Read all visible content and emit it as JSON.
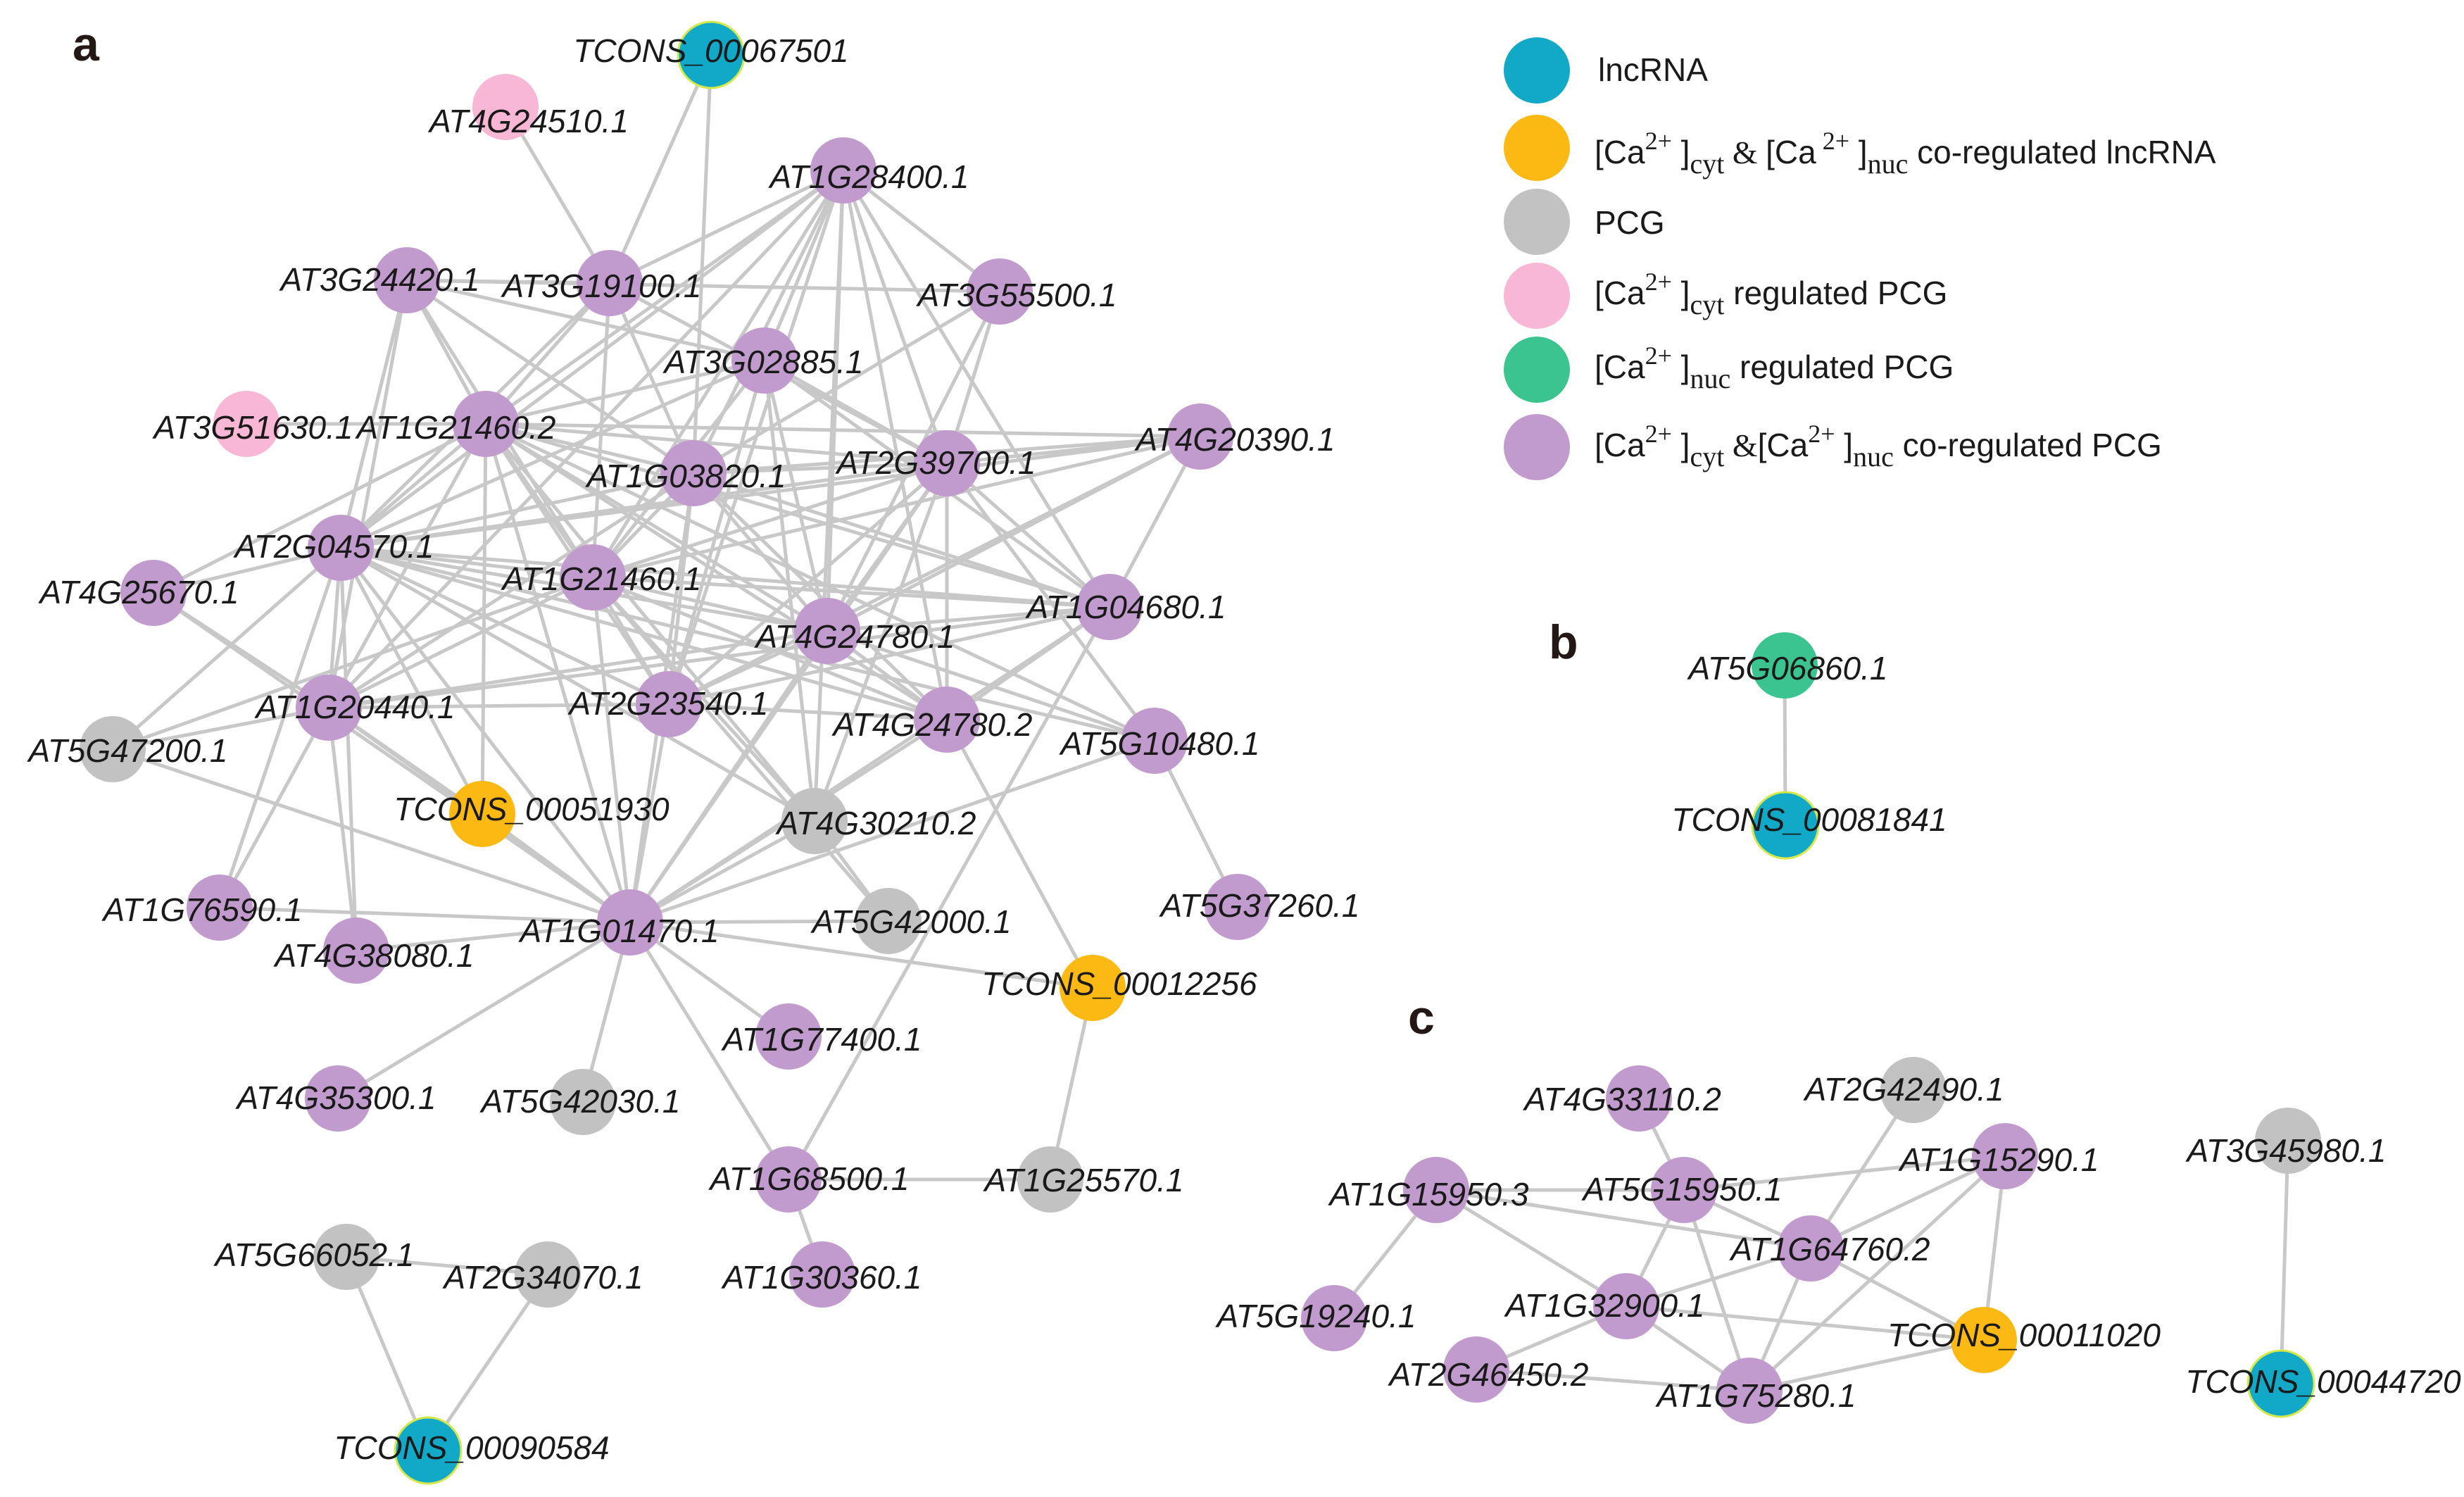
{
  "colors": {
    "lncRNA": "#12a9c9",
    "co_lncRNA": "#fcb813",
    "PCG": "#c2c2c2",
    "cyt_PCG": "#f8b7d5",
    "nuc_PCG": "#3cc490",
    "co_PCG": "#c29bce",
    "edge": "#c8c8c8"
  },
  "legend": [
    {
      "type": "lncRNA",
      "label": "lncRNA"
    },
    {
      "type": "co_lncRNA",
      "label": "[Ca2+]cyt & [Ca2+]nuc co-regulated lncRNA"
    },
    {
      "type": "PCG",
      "label": "PCG"
    },
    {
      "type": "cyt_PCG",
      "label": "[Ca2+]cyt regulated PCG"
    },
    {
      "type": "nuc_PCG",
      "label": "[Ca2+]nuc regulated PCG"
    },
    {
      "type": "co_PCG",
      "label": "[Ca2+]cyt & [Ca2+]nuc co-regulated PCG"
    }
  ],
  "panels": [
    {
      "id": "a",
      "label": "a"
    },
    {
      "id": "b",
      "label": "b"
    },
    {
      "id": "c",
      "label": "c"
    }
  ],
  "nodes": [
    {
      "id": "a_TCONS_00067501",
      "label": "TCONS_00067501",
      "type": "lncRNA"
    },
    {
      "id": "a_AT4G24510.1",
      "label": "AT4G24510.1",
      "type": "cyt_PCG"
    },
    {
      "id": "a_AT1G28400.1",
      "label": "AT1G28400.1",
      "type": "co_PCG"
    },
    {
      "id": "a_AT3G24420.1",
      "label": "AT3G24420.1",
      "type": "co_PCG"
    },
    {
      "id": "a_AT3G19100.1",
      "label": "AT3G19100.1",
      "type": "co_PCG"
    },
    {
      "id": "a_AT3G55500.1",
      "label": "AT3G55500.1",
      "type": "co_PCG"
    },
    {
      "id": "a_AT3G02885.1",
      "label": "AT3G02885.1",
      "type": "co_PCG"
    },
    {
      "id": "a_AT3G51630.1",
      "label": "AT3G51630.1",
      "type": "cyt_PCG"
    },
    {
      "id": "a_AT1G21460.2",
      "label": "AT1G21460.2",
      "type": "co_PCG"
    },
    {
      "id": "a_AT4G20390.1",
      "label": "AT4G20390.1",
      "type": "co_PCG"
    },
    {
      "id": "a_AT1G03820.1",
      "label": "AT1G03820.1",
      "type": "co_PCG"
    },
    {
      "id": "a_AT2G39700.1",
      "label": "AT2G39700.1",
      "type": "co_PCG"
    },
    {
      "id": "a_AT2G04570.1",
      "label": "AT2G04570.1",
      "type": "co_PCG"
    },
    {
      "id": "a_AT4G25670.1",
      "label": "AT4G25670.1",
      "type": "co_PCG"
    },
    {
      "id": "a_AT1G21460.1",
      "label": "AT1G21460.1",
      "type": "co_PCG"
    },
    {
      "id": "a_AT4G24780.1",
      "label": "AT4G24780.1",
      "type": "co_PCG"
    },
    {
      "id": "a_AT1G04680.1",
      "label": "AT1G04680.1",
      "type": "co_PCG"
    },
    {
      "id": "a_AT1G20440.1",
      "label": "AT1G20440.1",
      "type": "co_PCG"
    },
    {
      "id": "a_AT2G23540.1",
      "label": "AT2G23540.1",
      "type": "co_PCG"
    },
    {
      "id": "a_AT4G24780.2",
      "label": "AT4G24780.2",
      "type": "co_PCG"
    },
    {
      "id": "a_AT5G10480.1",
      "label": "AT5G10480.1",
      "type": "co_PCG"
    },
    {
      "id": "a_AT5G47200.1",
      "label": "AT5G47200.1",
      "type": "PCG"
    },
    {
      "id": "a_TCONS_00051930",
      "label": "TCONS_00051930",
      "type": "co_lncRNA"
    },
    {
      "id": "a_AT4G30210.2",
      "label": "AT4G30210.2",
      "type": "PCG"
    },
    {
      "id": "a_AT1G76590.1",
      "label": "AT1G76590.1",
      "type": "co_PCG"
    },
    {
      "id": "a_AT4G38080.1",
      "label": "AT4G38080.1",
      "type": "co_PCG"
    },
    {
      "id": "a_AT1G01470.1",
      "label": "AT1G01470.1",
      "type": "co_PCG"
    },
    {
      "id": "a_AT5G42000.1",
      "label": "AT5G42000.1",
      "type": "PCG"
    },
    {
      "id": "a_AT5G37260.1",
      "label": "AT5G37260.1",
      "type": "co_PCG"
    },
    {
      "id": "a_TCONS_00012256",
      "label": "TCONS_00012256",
      "type": "co_lncRNA"
    },
    {
      "id": "a_AT1G77400.1",
      "label": "AT1G77400.1",
      "type": "co_PCG"
    },
    {
      "id": "a_AT4G35300.1",
      "label": "AT4G35300.1",
      "type": "co_PCG"
    },
    {
      "id": "a_AT5G42030.1",
      "label": "AT5G42030.1",
      "type": "PCG"
    },
    {
      "id": "a_AT1G68500.1",
      "label": "AT1G68500.1",
      "type": "co_PCG"
    },
    {
      "id": "a_AT1G25570.1",
      "label": "AT1G25570.1",
      "type": "PCG"
    },
    {
      "id": "a_AT1G30360.1",
      "label": "AT1G30360.1",
      "type": "co_PCG"
    },
    {
      "id": "a_AT5G66052.1",
      "label": "AT5G66052.1",
      "type": "PCG"
    },
    {
      "id": "a_AT2G34070.1",
      "label": "AT2G34070.1",
      "type": "PCG"
    },
    {
      "id": "a_TCONS_00090584",
      "label": "TCONS_00090584",
      "type": "lncRNA"
    },
    {
      "id": "b_AT5G06860.1",
      "label": "AT5G06860.1",
      "type": "nuc_PCG"
    },
    {
      "id": "b_TCONS_00081841",
      "label": "TCONS_00081841",
      "type": "lncRNA"
    },
    {
      "id": "c_AT4G33110.2",
      "label": "AT4G33110.2",
      "type": "co_PCG"
    },
    {
      "id": "c_AT2G42490.1",
      "label": "AT2G42490.1",
      "type": "PCG"
    },
    {
      "id": "c_AT5G15950.1",
      "label": "AT5G15950.1",
      "type": "co_PCG"
    },
    {
      "id": "c_AT1G15290.1",
      "label": "AT1G15290.1",
      "type": "co_PCG"
    },
    {
      "id": "c_AT1G15950.3",
      "label": "AT1G15950.3",
      "type": "co_PCG"
    },
    {
      "id": "c_AT1G64760.2",
      "label": "AT1G64760.2",
      "type": "co_PCG"
    },
    {
      "id": "c_AT1G32900.1",
      "label": "AT1G32900.1",
      "type": "co_PCG"
    },
    {
      "id": "c_AT5G19240.1",
      "label": "AT5G19240.1",
      "type": "co_PCG"
    },
    {
      "id": "c_TCONS_00011020",
      "label": "TCONS_00011020",
      "type": "co_lncRNA"
    },
    {
      "id": "c_AT2G46450.2",
      "label": "AT2G46450.2",
      "type": "co_PCG"
    },
    {
      "id": "c_AT1G75280.1",
      "label": "AT1G75280.1",
      "type": "co_PCG"
    },
    {
      "id": "c_AT3G45980.1",
      "label": "AT3G45980.1",
      "type": "PCG"
    },
    {
      "id": "c_TCONS_00044720",
      "label": "TCONS_00044720",
      "type": "lncRNA"
    }
  ],
  "edges": [
    [
      "a_TCONS_00067501",
      "a_AT3G19100.1"
    ],
    [
      "a_TCONS_00067501",
      "a_AT1G03820.1"
    ],
    [
      "a_AT4G24510.1",
      "a_AT3G19100.1"
    ],
    [
      "a_AT1G28400.1",
      "a_AT3G19100.1"
    ],
    [
      "a_AT1G28400.1",
      "a_AT3G55500.1"
    ],
    [
      "a_AT1G28400.1",
      "a_AT3G02885.1"
    ],
    [
      "a_AT1G28400.1",
      "a_AT1G21460.2"
    ],
    [
      "a_AT1G28400.1",
      "a_AT1G03820.1"
    ],
    [
      "a_AT1G28400.1",
      "a_AT2G39700.1"
    ],
    [
      "a_AT1G28400.1",
      "a_AT2G04570.1"
    ],
    [
      "a_AT1G28400.1",
      "a_AT1G21460.1"
    ],
    [
      "a_AT1G28400.1",
      "a_AT4G24780.1"
    ],
    [
      "a_AT1G28400.1",
      "a_AT1G04680.1"
    ],
    [
      "a_AT1G28400.1",
      "a_AT2G23540.1"
    ],
    [
      "a_AT1G28400.1",
      "a_AT4G24780.2"
    ],
    [
      "a_AT1G28400.1",
      "a_AT1G20440.1"
    ],
    [
      "a_AT1G28400.1",
      "a_AT4G30210.2"
    ],
    [
      "a_AT3G24420.1",
      "a_AT3G19100.1"
    ],
    [
      "a_AT3G24420.1",
      "a_AT3G55500.1"
    ],
    [
      "a_AT3G24420.1",
      "a_AT1G21460.2"
    ],
    [
      "a_AT3G24420.1",
      "a_AT3G02885.1"
    ],
    [
      "a_AT3G24420.1",
      "a_AT1G03820.1"
    ],
    [
      "a_AT3G24420.1",
      "a_AT1G21460.1"
    ],
    [
      "a_AT3G24420.1",
      "a_AT2G04570.1"
    ],
    [
      "a_AT3G24420.1",
      "a_AT1G20440.1"
    ],
    [
      "a_AT3G19100.1",
      "a_AT1G21460.2"
    ],
    [
      "a_AT3G19100.1",
      "a_AT2G39700.1"
    ],
    [
      "a_AT3G19100.1",
      "a_AT1G03820.1"
    ],
    [
      "a_AT3G19100.1",
      "a_AT2G04570.1"
    ],
    [
      "a_AT3G19100.1",
      "a_AT1G21460.1"
    ],
    [
      "a_AT3G55500.1",
      "a_AT2G39700.1"
    ],
    [
      "a_AT3G55500.1",
      "a_AT1G03820.1"
    ],
    [
      "a_AT3G55500.1",
      "a_AT4G24780.1"
    ],
    [
      "a_AT3G02885.1",
      "a_AT1G21460.2"
    ],
    [
      "a_AT3G02885.1",
      "a_AT2G39700.1"
    ],
    [
      "a_AT3G02885.1",
      "a_AT2G04570.1"
    ],
    [
      "a_AT3G02885.1",
      "a_AT1G21460.1"
    ],
    [
      "a_AT3G02885.1",
      "a_AT4G24780.1"
    ],
    [
      "a_AT3G02885.1",
      "a_AT2G23540.1"
    ],
    [
      "a_AT3G02885.1",
      "a_AT1G04680.1"
    ],
    [
      "a_AT3G02885.1",
      "a_AT4G30210.2"
    ],
    [
      "a_AT3G51630.1",
      "a_AT1G21460.2"
    ],
    [
      "a_AT1G21460.2",
      "a_AT1G03820.1"
    ],
    [
      "a_AT1G21460.2",
      "a_AT2G39700.1"
    ],
    [
      "a_AT1G21460.2",
      "a_AT2G04570.1"
    ],
    [
      "a_AT1G21460.2",
      "a_AT1G21460.1"
    ],
    [
      "a_AT1G21460.2",
      "a_AT4G24780.1"
    ],
    [
      "a_AT1G21460.2",
      "a_AT1G04680.1"
    ],
    [
      "a_AT1G21460.2",
      "a_AT1G20440.1"
    ],
    [
      "a_AT1G21460.2",
      "a_AT2G23540.1"
    ],
    [
      "a_AT1G21460.2",
      "a_AT4G24780.2"
    ],
    [
      "a_AT1G21460.2",
      "a_AT5G10480.1"
    ],
    [
      "a_AT1G21460.2",
      "a_TCONS_00051930"
    ],
    [
      "a_AT1G21460.2",
      "a_AT4G30210.2"
    ],
    [
      "a_AT1G21460.2",
      "a_AT1G01470.1"
    ],
    [
      "a_AT1G21460.2",
      "a_AT4G20390.1"
    ],
    [
      "a_AT1G21460.2",
      "a_AT4G25670.1"
    ],
    [
      "a_AT4G20390.1",
      "a_AT2G39700.1"
    ],
    [
      "a_AT4G20390.1",
      "a_AT1G03820.1"
    ],
    [
      "a_AT4G20390.1",
      "a_AT1G04680.1"
    ],
    [
      "a_AT4G20390.1",
      "a_AT1G21460.1"
    ],
    [
      "a_AT4G20390.1",
      "a_AT2G04570.1"
    ],
    [
      "a_AT4G20390.1",
      "a_AT4G24780.1"
    ],
    [
      "a_AT4G20390.1",
      "a_AT2G23540.1"
    ],
    [
      "a_AT1G03820.1",
      "a_AT2G39700.1"
    ],
    [
      "a_AT1G03820.1",
      "a_AT2G04570.1"
    ],
    [
      "a_AT1G03820.1",
      "a_AT1G21460.1"
    ],
    [
      "a_AT1G03820.1",
      "a_AT4G24780.1"
    ],
    [
      "a_AT1G03820.1",
      "a_AT1G04680.1"
    ],
    [
      "a_AT1G03820.1",
      "a_AT2G23540.1"
    ],
    [
      "a_AT1G03820.1",
      "a_AT4G24780.2"
    ],
    [
      "a_AT1G03820.1",
      "a_AT1G01470.1"
    ],
    [
      "a_AT1G03820.1",
      "a_AT1G20440.1"
    ],
    [
      "a_AT2G39700.1",
      "a_AT2G04570.1"
    ],
    [
      "a_AT2G39700.1",
      "a_AT1G21460.1"
    ],
    [
      "a_AT2G39700.1",
      "a_AT4G24780.1"
    ],
    [
      "a_AT2G39700.1",
      "a_AT1G04680.1"
    ],
    [
      "a_AT2G39700.1",
      "a_AT2G23540.1"
    ],
    [
      "a_AT2G39700.1",
      "a_AT4G24780.2"
    ],
    [
      "a_AT2G39700.1",
      "a_AT5G10480.1"
    ],
    [
      "a_AT2G39700.1",
      "a_AT1G01470.1"
    ],
    [
      "a_AT2G39700.1",
      "a_AT4G30210.2"
    ],
    [
      "a_AT2G04570.1",
      "a_AT4G25670.1"
    ],
    [
      "a_AT2G04570.1",
      "a_AT1G21460.1"
    ],
    [
      "a_AT2G04570.1",
      "a_AT4G24780.1"
    ],
    [
      "a_AT2G04570.1",
      "a_AT1G04680.1"
    ],
    [
      "a_AT2G04570.1",
      "a_AT1G20440.1"
    ],
    [
      "a_AT2G04570.1",
      "a_AT2G23540.1"
    ],
    [
      "a_AT2G04570.1",
      "a_AT4G24780.2"
    ],
    [
      "a_AT2G04570.1",
      "a_AT5G10480.1"
    ],
    [
      "a_AT2G04570.1",
      "a_AT5G47200.1"
    ],
    [
      "a_AT2G04570.1",
      "a_TCONS_00051930"
    ],
    [
      "a_AT2G04570.1",
      "a_AT4G30210.2"
    ],
    [
      "a_AT2G04570.1",
      "a_AT1G76590.1"
    ],
    [
      "a_AT2G04570.1",
      "a_AT4G38080.1"
    ],
    [
      "a_AT2G04570.1",
      "a_AT1G01470.1"
    ],
    [
      "a_AT4G25670.1",
      "a_AT1G20440.1"
    ],
    [
      "a_AT4G25670.1",
      "a_AT1G01470.1"
    ],
    [
      "a_AT1G21460.1",
      "a_AT4G24780.1"
    ],
    [
      "a_AT1G21460.1",
      "a_AT1G04680.1"
    ],
    [
      "a_AT1G21460.1",
      "a_AT1G20440.1"
    ],
    [
      "a_AT1G21460.1",
      "a_AT2G23540.1"
    ],
    [
      "a_AT1G21460.1",
      "a_AT4G24780.2"
    ],
    [
      "a_AT1G21460.1",
      "a_AT4G30210.2"
    ],
    [
      "a_AT1G21460.1",
      "a_AT1G01470.1"
    ],
    [
      "a_AT1G21460.1",
      "a_AT5G47200.1"
    ],
    [
      "a_AT1G21460.1",
      "a_AT5G42000.1"
    ],
    [
      "a_AT4G24780.1",
      "a_AT1G04680.1"
    ],
    [
      "a_AT4G24780.1",
      "a_AT2G23540.1"
    ],
    [
      "a_AT4G24780.1",
      "a_AT4G24780.2"
    ],
    [
      "a_AT4G24780.1",
      "a_AT5G10480.1"
    ],
    [
      "a_AT4G24780.1",
      "a_AT1G20440.1"
    ],
    [
      "a_AT4G24780.1",
      "a_AT1G01470.1"
    ],
    [
      "a_AT1G04680.1",
      "a_AT2G23540.1"
    ],
    [
      "a_AT1G04680.1",
      "a_AT4G24780.2"
    ],
    [
      "a_AT1G04680.1",
      "a_AT1G01470.1"
    ],
    [
      "a_AT1G04680.1",
      "a_AT1G20440.1"
    ],
    [
      "a_AT1G04680.1",
      "a_AT1G68500.1"
    ],
    [
      "a_AT1G20440.1",
      "a_AT5G47200.1"
    ],
    [
      "a_AT1G20440.1",
      "a_AT1G76590.1"
    ],
    [
      "a_AT1G20440.1",
      "a_AT4G38080.1"
    ],
    [
      "a_AT1G20440.1",
      "a_AT1G01470.1"
    ],
    [
      "a_AT1G20440.1",
      "a_AT2G23540.1"
    ],
    [
      "a_AT1G20440.1",
      "a_TCONS_00051930"
    ],
    [
      "a_AT2G23540.1",
      "a_AT1G01470.1"
    ],
    [
      "a_AT2G23540.1",
      "a_AT4G24780.2"
    ],
    [
      "a_AT4G24780.2",
      "a_TCONS_00012256"
    ],
    [
      "a_AT4G24780.2",
      "a_AT1G01470.1"
    ],
    [
      "a_AT5G10480.1",
      "a_AT1G01470.1"
    ],
    [
      "a_AT5G10480.1",
      "a_AT5G37260.1"
    ],
    [
      "a_AT5G47200.1",
      "a_AT1G01470.1"
    ],
    [
      "a_TCONS_00051930",
      "a_AT1G01470.1"
    ],
    [
      "a_AT4G30210.2",
      "a_AT1G01470.1"
    ],
    [
      "a_AT4G30210.2",
      "a_AT5G42000.1"
    ],
    [
      "a_AT1G76590.1",
      "a_AT1G01470.1"
    ],
    [
      "a_AT4G38080.1",
      "a_AT1G01470.1"
    ],
    [
      "a_AT1G01470.1",
      "a_AT5G42000.1"
    ],
    [
      "a_AT1G01470.1",
      "a_TCONS_00012256"
    ],
    [
      "a_AT1G01470.1",
      "a_AT4G35300.1"
    ],
    [
      "a_AT1G01470.1",
      "a_AT5G42030.1"
    ],
    [
      "a_AT1G01470.1",
      "a_AT1G77400.1"
    ],
    [
      "a_AT1G01470.1",
      "a_AT1G68500.1"
    ],
    [
      "a_TCONS_00012256",
      "a_AT1G25570.1"
    ],
    [
      "a_AT1G68500.1",
      "a_AT1G25570.1"
    ],
    [
      "a_AT1G68500.1",
      "a_AT1G30360.1"
    ],
    [
      "a_AT5G66052.1",
      "a_AT2G34070.1"
    ],
    [
      "a_AT5G66052.1",
      "a_TCONS_00090584"
    ],
    [
      "a_AT2G34070.1",
      "a_TCONS_00090584"
    ],
    [
      "b_AT5G06860.1",
      "b_TCONS_00081841"
    ],
    [
      "c_AT4G33110.2",
      "c_AT5G15950.1"
    ],
    [
      "c_AT2G42490.1",
      "c_AT1G64760.2"
    ],
    [
      "c_AT5G15950.1",
      "c_AT1G15290.1"
    ],
    [
      "c_AT5G15950.1",
      "c_AT1G15950.3"
    ],
    [
      "c_AT5G15950.1",
      "c_AT1G64760.2"
    ],
    [
      "c_AT5G15950.1",
      "c_AT1G32900.1"
    ],
    [
      "c_AT5G15950.1",
      "c_AT1G75280.1"
    ],
    [
      "c_AT1G15290.1",
      "c_AT1G64760.2"
    ],
    [
      "c_AT1G15290.1",
      "c_TCONS_00011020"
    ],
    [
      "c_AT1G15290.1",
      "c_AT1G75280.1"
    ],
    [
      "c_AT1G15950.3",
      "c_AT1G32900.1"
    ],
    [
      "c_AT1G15950.3",
      "c_AT5G19240.1"
    ],
    [
      "c_AT1G15950.3",
      "c_AT1G64760.2"
    ],
    [
      "c_AT1G64760.2",
      "c_AT1G32900.1"
    ],
    [
      "c_AT1G64760.2",
      "c_TCONS_00011020"
    ],
    [
      "c_AT1G64760.2",
      "c_AT1G75280.1"
    ],
    [
      "c_AT1G32900.1",
      "c_AT2G46450.2"
    ],
    [
      "c_AT1G32900.1",
      "c_AT1G75280.1"
    ],
    [
      "c_AT1G32900.1",
      "c_TCONS_00011020"
    ],
    [
      "c_AT2G46450.2",
      "c_AT1G75280.1"
    ],
    [
      "c_AT1G75280.1",
      "c_TCONS_00011020"
    ],
    [
      "c_AT3G45980.1",
      "c_TCONS_00044720"
    ]
  ]
}
